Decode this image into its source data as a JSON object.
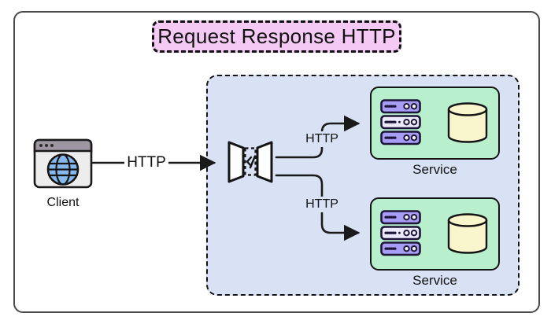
{
  "diagram": {
    "title": "Request Response HTTP",
    "client": {
      "label": "Client",
      "icon": "browser-globe-icon"
    },
    "gateway": {
      "icon": "api-gateway-icon"
    },
    "labels": {
      "client_to_gateway": "HTTP",
      "gateway_to_service_top": "HTTP",
      "gateway_to_service_bottom": "HTTP"
    },
    "services": [
      {
        "label": "Service",
        "icons": [
          "server-stack-icon",
          "database-icon"
        ]
      },
      {
        "label": "Service",
        "icons": [
          "server-stack-icon",
          "database-icon"
        ]
      }
    ],
    "colors": {
      "title_bg": "#f4c9f3",
      "container_bg": "#d9e2f4",
      "service_bg": "#b8f0cd",
      "server_purple": "#a89df6",
      "server_light": "#ece9fc",
      "database_fill": "#f9f5cd",
      "globe_blue": "#87b8ec",
      "browser_bar": "#9d95a2",
      "line": "#1a1a1a"
    }
  }
}
